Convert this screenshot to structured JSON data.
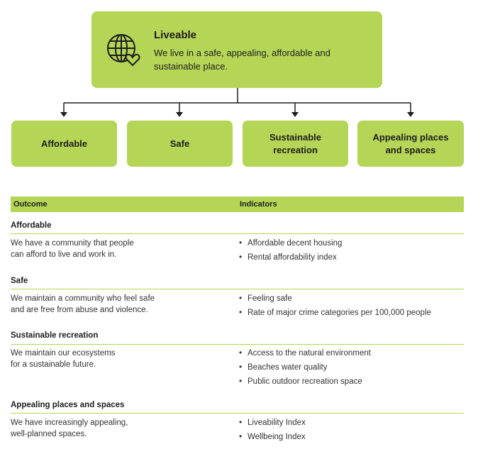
{
  "top": {
    "title": "Liveable",
    "description": "We live in a safe, appealing, affordable and sustainable place.",
    "icon": "globe-heart-icon",
    "color": "#b5d556"
  },
  "children": [
    {
      "label": "Affordable"
    },
    {
      "label": "Safe"
    },
    {
      "label": "Sustainable recreation"
    },
    {
      "label": "Appealing places and spaces"
    }
  ],
  "table": {
    "header_outcome": "Outcome",
    "header_indicators": "Indicators",
    "sections": [
      {
        "title": "Affordable",
        "outcome": "We have a community that people\ncan afford to live and work in.",
        "indicators": [
          "Affordable decent housing",
          "Rental affordability index"
        ]
      },
      {
        "title": "Safe",
        "outcome": "We maintain a community who feel safe\nand are free from abuse and violence.",
        "indicators": [
          "Feeling safe",
          "Rate of major crime categories per 100,000 people"
        ]
      },
      {
        "title": "Sustainable recreation",
        "outcome": "We maintain our ecosystems\nfor a sustainable future.",
        "indicators": [
          "Access to the natural environment",
          "Beaches water quality",
          "Public outdoor recreation space"
        ]
      },
      {
        "title": "Appealing places and spaces",
        "outcome": "We have increasingly appealing,\nwell-planned spaces.",
        "indicators": [
          "Liveability Index",
          "Wellbeing Index"
        ]
      }
    ]
  }
}
